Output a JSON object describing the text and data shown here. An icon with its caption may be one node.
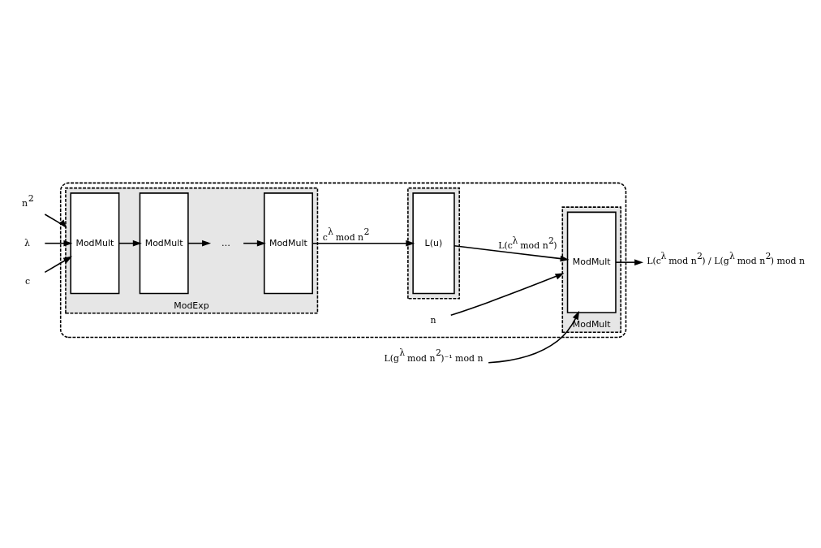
{
  "diagram": {
    "nodes": [
      {
        "text": [
          "n$^{2}$"
        ]
      },
      {
        "text": [],
        "shape": "box"
      },
      {
        "text": [
          "ModExp"
        ],
        "in": 1
      },
      {
        "text": [
          "ModMult"
        ],
        "in": 2
      },
      {
        "text": [
          "ModMult"
        ],
        "in": 2
      },
      {
        "text": [
          "…"
        ],
        "in": 2
      },
      {
        "text": [
          "ModMult"
        ],
        "in": 2
      },
      {
        "text": [],
        "shape": "box",
        "in": 1
      },
      {
        "text": [
          "L(u)"
        ],
        "in": 7
      },
      {
        "text": [
          "n"
        ],
        "in": 1
      },
      {
        "text": [
          "ModMult"
        ],
        "in": 1
      },
      {
        "text": [
          "ModMult"
        ],
        "in": 10
      },
      {
        "text": [
          "λ"
        ]
      },
      {
        "text": [
          "c"
        ]
      },
      {
        "text": [
          "L(g$^{λ}$ mod n$^{2}$)⁻¹ mod n"
        ]
      },
      {
        "text": [
          "L(c$^{λ}$ mod n$^{2}$) / L(g$^{λ}$ mod n$^{2}$) mod n"
        ]
      }
    ],
    "edges": [
      {
        "from": 12,
        "to": 3,
        "arrow": "to"
      },
      {
        "from": 13,
        "to": 3,
        "arrow": "to"
      },
      {
        "from": 0,
        "to": 2,
        "arrow": "to"
      },
      {
        "from": 3,
        "to": 4,
        "arrow": "to"
      },
      {
        "from": 4,
        "to": 5,
        "arrow": "to"
      },
      {
        "from": 5,
        "to": 6,
        "arrow": "to"
      },
      {
        "from": 6,
        "to": 8,
        "arrow": "to",
        "label": "c$^{λ}$ mod n$^{2}$"
      },
      {
        "from": 8,
        "to": 11,
        "arrow": "to",
        "label": "L(c$^{λ}$ mod n$^{2}$)"
      },
      {
        "from": 9,
        "to": 10,
        "arrow": "to"
      },
      {
        "from": 14,
        "to": 11,
        "arrow": "to"
      },
      {
        "from": 11,
        "to": 15,
        "arrow": "to"
      }
    ]
  }
}
